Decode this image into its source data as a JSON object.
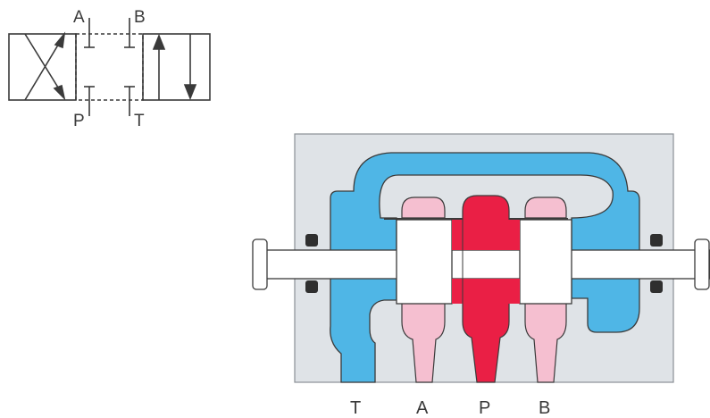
{
  "symbol": {
    "port_labels": {
      "top_left": "A",
      "top_right": "B",
      "bottom_left": "P",
      "bottom_right": "T"
    }
  },
  "valve": {
    "port_labels": [
      "T",
      "A",
      "P",
      "B"
    ],
    "colors": {
      "body": "#dfe3e7",
      "return_tank": "#4fb6e6",
      "work_port": "#f5bfd0",
      "pressure": "#ea1f45",
      "spool": "#ffffff",
      "outline": "#404040"
    }
  }
}
